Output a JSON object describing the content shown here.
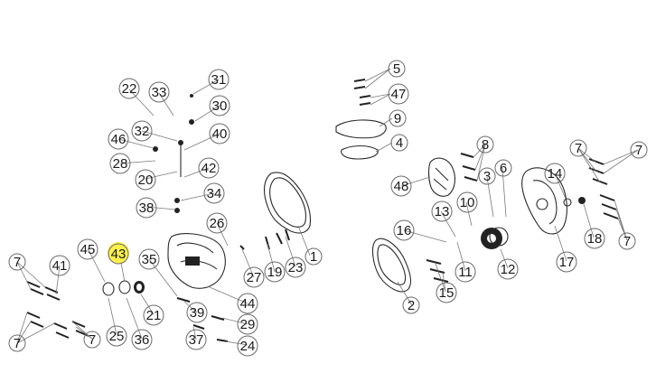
{
  "diagram": {
    "highlight_color": "#fff03a",
    "callouts": [
      {
        "id": "c1",
        "label": "1"
      },
      {
        "id": "c2",
        "label": "2"
      },
      {
        "id": "c3",
        "label": "3"
      },
      {
        "id": "c4",
        "label": "4"
      },
      {
        "id": "c5",
        "label": "5"
      },
      {
        "id": "c6",
        "label": "6"
      },
      {
        "id": "c7a",
        "label": "7"
      },
      {
        "id": "c7b",
        "label": "7"
      },
      {
        "id": "c7c",
        "label": "7"
      },
      {
        "id": "c7d",
        "label": "7"
      },
      {
        "id": "c7e",
        "label": "7"
      },
      {
        "id": "c7f",
        "label": "7"
      },
      {
        "id": "c8",
        "label": "8"
      },
      {
        "id": "c9",
        "label": "9"
      },
      {
        "id": "c10",
        "label": "10"
      },
      {
        "id": "c11",
        "label": "11"
      },
      {
        "id": "c12",
        "label": "12"
      },
      {
        "id": "c13",
        "label": "13"
      },
      {
        "id": "c14",
        "label": "14"
      },
      {
        "id": "c15",
        "label": "15"
      },
      {
        "id": "c16",
        "label": "16"
      },
      {
        "id": "c17",
        "label": "17"
      },
      {
        "id": "c18",
        "label": "18"
      },
      {
        "id": "c19",
        "label": "19"
      },
      {
        "id": "c20",
        "label": "20"
      },
      {
        "id": "c21",
        "label": "21"
      },
      {
        "id": "c22",
        "label": "22"
      },
      {
        "id": "c23",
        "label": "23"
      },
      {
        "id": "c24",
        "label": "24"
      },
      {
        "id": "c25",
        "label": "25"
      },
      {
        "id": "c26",
        "label": "26"
      },
      {
        "id": "c27",
        "label": "27"
      },
      {
        "id": "c28",
        "label": "28"
      },
      {
        "id": "c29",
        "label": "29"
      },
      {
        "id": "c30",
        "label": "30"
      },
      {
        "id": "c31",
        "label": "31"
      },
      {
        "id": "c32",
        "label": "32"
      },
      {
        "id": "c33",
        "label": "33"
      },
      {
        "id": "c34",
        "label": "34"
      },
      {
        "id": "c35",
        "label": "35"
      },
      {
        "id": "c36",
        "label": "36"
      },
      {
        "id": "c37",
        "label": "37"
      },
      {
        "id": "c38",
        "label": "38"
      },
      {
        "id": "c39",
        "label": "39"
      },
      {
        "id": "c40",
        "label": "40"
      },
      {
        "id": "c41",
        "label": "41"
      },
      {
        "id": "c42",
        "label": "42"
      },
      {
        "id": "c43",
        "label": "43",
        "highlighted": true
      },
      {
        "id": "c44",
        "label": "44"
      },
      {
        "id": "c45",
        "label": "45"
      },
      {
        "id": "c46",
        "label": "46"
      },
      {
        "id": "c47",
        "label": "47"
      },
      {
        "id": "c48",
        "label": "48"
      }
    ]
  }
}
